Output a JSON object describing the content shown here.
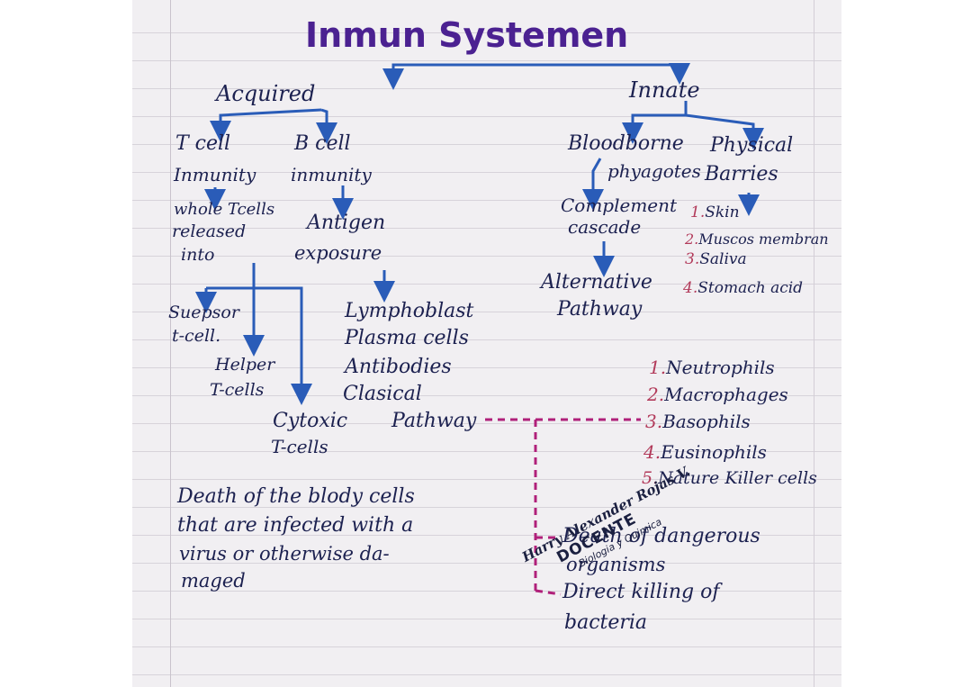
{
  "diagram": {
    "title": "Inmun Systemen",
    "acquired": {
      "label": "Acquired",
      "t_cell": {
        "line1": "T cell",
        "line2": "Inmunity"
      },
      "b_cell": {
        "line1": "B cell",
        "line2": "inmunity"
      },
      "t_release": {
        "line1": "whole Tcells",
        "line2": "released",
        "line3": "into"
      },
      "antigen": {
        "line1": "Antigen",
        "line2": "exposure"
      },
      "suppressor": {
        "line1": "Suepsor",
        "line2": "t-cell."
      },
      "helper": {
        "line1": "Helper",
        "line2": "T-cells"
      },
      "cytotoxic": {
        "line1": "Cytoxic",
        "line2": "T-cells"
      },
      "b_products": {
        "line1": "Lymphoblast",
        "line2": "Plasma cells",
        "line3": "Antibodies",
        "line4": "Clasical"
      },
      "pathway_label": "Pathway",
      "death_text": {
        "line1": "Death of the blody cells",
        "line2": "that are infected with a",
        "line3": "virus or otherwise da-",
        "line4": "maged"
      }
    },
    "innate": {
      "label": "Innate",
      "bloodborne": {
        "line1": "Bloodborne",
        "line2": "phyagotes"
      },
      "physical": {
        "line1": "Physical",
        "line2": "Barries"
      },
      "complement": {
        "line1": "Complement",
        "line2": "cascade"
      },
      "alternative": {
        "line1": "Alternative",
        "line2": "Pathway"
      },
      "barriers_list": [
        {
          "num": "1.",
          "text": "Skin"
        },
        {
          "num": "2.",
          "text": "Muscos membran"
        },
        {
          "num": "3.",
          "text": "Saliva"
        },
        {
          "num": "4.",
          "text": "Stomach acid"
        }
      ],
      "cells_list": [
        {
          "num": "1.",
          "text": "Neutrophils"
        },
        {
          "num": "2.",
          "text": "Macrophages"
        },
        {
          "num": "3.",
          "text": "Basophils"
        },
        {
          "num": "4.",
          "text": "Eusinophils"
        },
        {
          "num": "5.",
          "text": "Nature Killer cells"
        }
      ],
      "outcome1": {
        "line1": "Death of dangerous",
        "line2": "organisms"
      },
      "outcome2": {
        "line1": "Direct killing of",
        "line2": "bacteria"
      }
    },
    "stamp": {
      "name": "Harry Alexander Rojas V.",
      "role": "DOCENTE",
      "subject": "Biologia y Quimica"
    },
    "colors": {
      "title": "#4b2191",
      "arrows": "#2a5cb8",
      "ink": "#1c2150",
      "dashed": "#b0207a",
      "numbers": "#b23a5a"
    }
  }
}
